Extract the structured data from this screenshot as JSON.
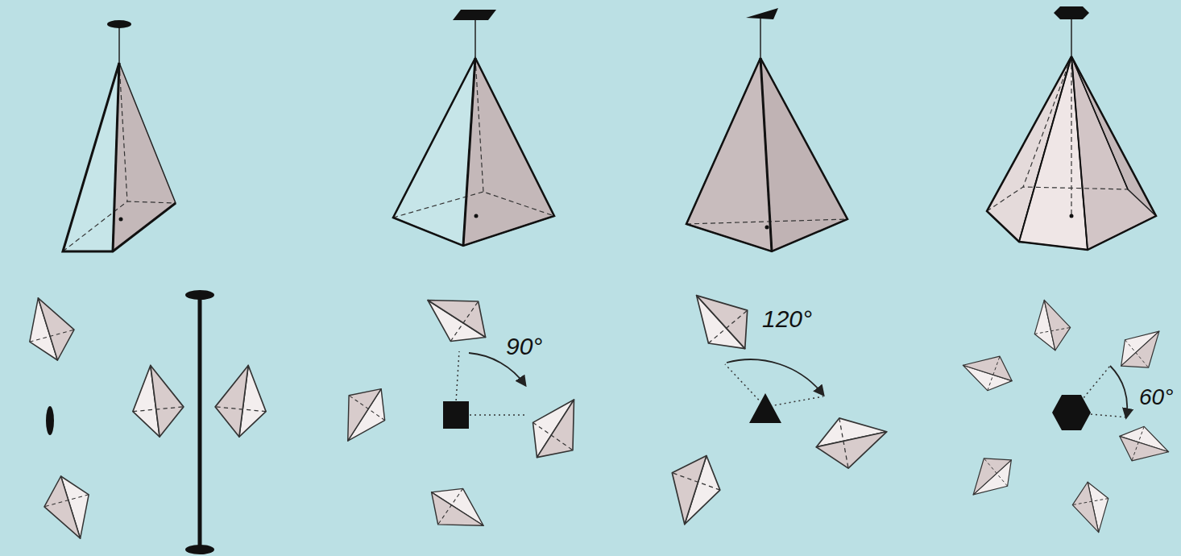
{
  "diagram": {
    "labels": [
      "90°",
      "120°",
      "60°"
    ]
  }
}
